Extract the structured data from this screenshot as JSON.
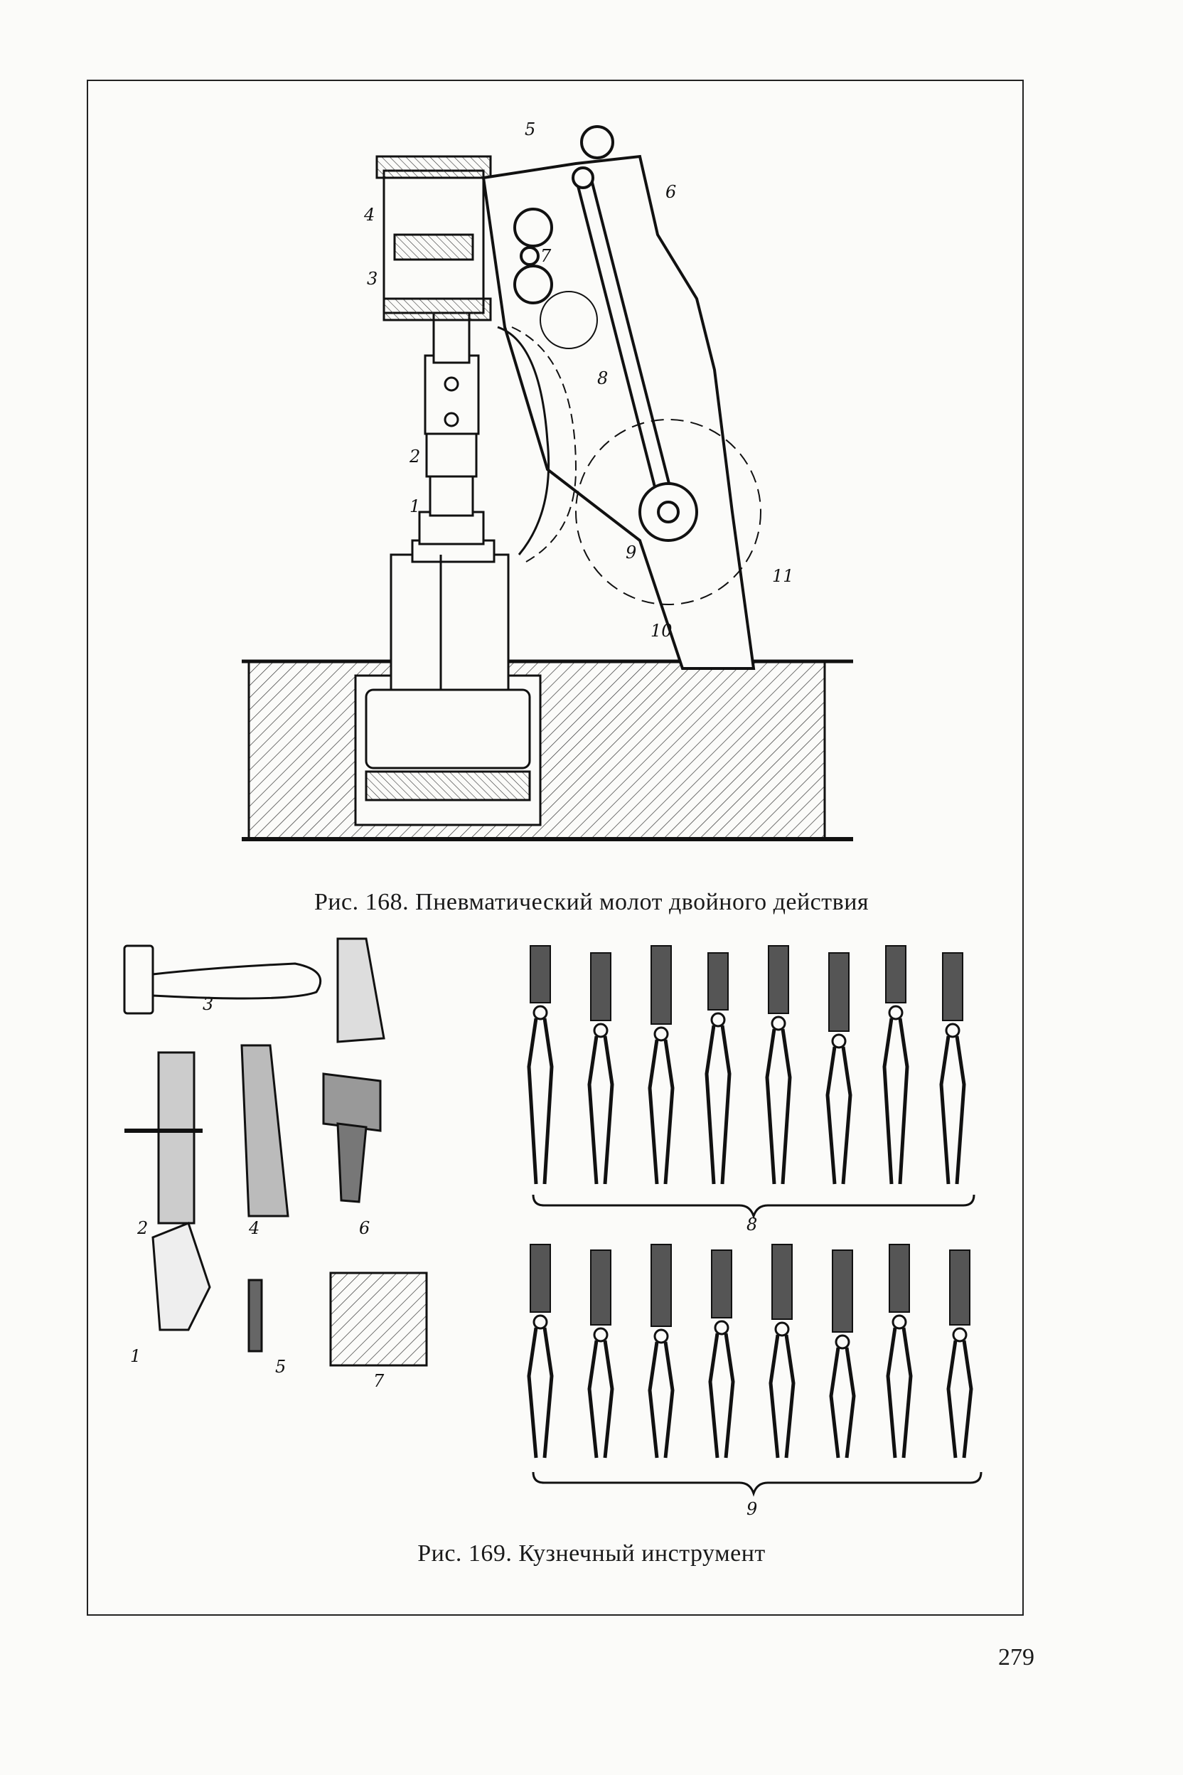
{
  "figure_168": {
    "caption": "Рис. 168. Пневматический молот двойного действия",
    "labels": [
      "1",
      "2",
      "3",
      "4",
      "5",
      "6",
      "7",
      "8",
      "9",
      "10",
      "11"
    ]
  },
  "figure_169": {
    "caption": "Рис. 169. Кузнечный инструмент",
    "left_labels": [
      "1",
      "2",
      "3",
      "4",
      "5",
      "6",
      "7"
    ],
    "group_labels": [
      "8",
      "9"
    ]
  },
  "page": {
    "number": "279"
  }
}
